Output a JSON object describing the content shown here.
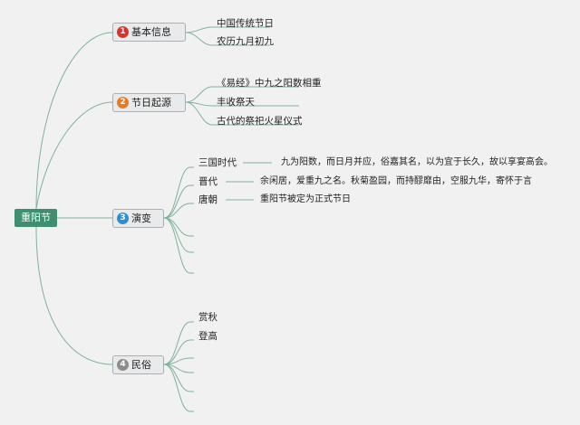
{
  "root": {
    "label": "重阳节"
  },
  "branches": [
    {
      "number": "1",
      "label": "基本信息",
      "color": "#d9342b",
      "children": [
        {
          "label": "中国传统节日"
        },
        {
          "label": "农历九月初九"
        }
      ]
    },
    {
      "number": "2",
      "label": "节日起源",
      "color": "#e97a24",
      "children": [
        {
          "label": "《易经》中九之阳数相重"
        },
        {
          "label": "丰收祭天"
        },
        {
          "label": "古代的祭祀火星仪式"
        }
      ]
    },
    {
      "number": "3",
      "label": "演变",
      "color": "#2d8fd6",
      "children": [
        {
          "label": "三国时代",
          "detail": "九为阳数，而日月并应，俗嘉其名，以为宜于长久，故以享宴高会。"
        },
        {
          "label": "晋代",
          "detail": "余闲居，爱重九之名。秋菊盈园，而持醪靡由，空服九华，寄怀于言"
        },
        {
          "label": "唐朝",
          "detail": "重阳节被定为正式节日"
        },
        {
          "label": ""
        },
        {
          "label": ""
        },
        {
          "label": ""
        }
      ]
    },
    {
      "number": "4",
      "label": "民俗",
      "color": "#8c8c8c",
      "children": [
        {
          "label": "赏秋"
        },
        {
          "label": "登高"
        },
        {
          "label": ""
        },
        {
          "label": ""
        },
        {
          "label": ""
        },
        {
          "label": ""
        }
      ]
    }
  ]
}
